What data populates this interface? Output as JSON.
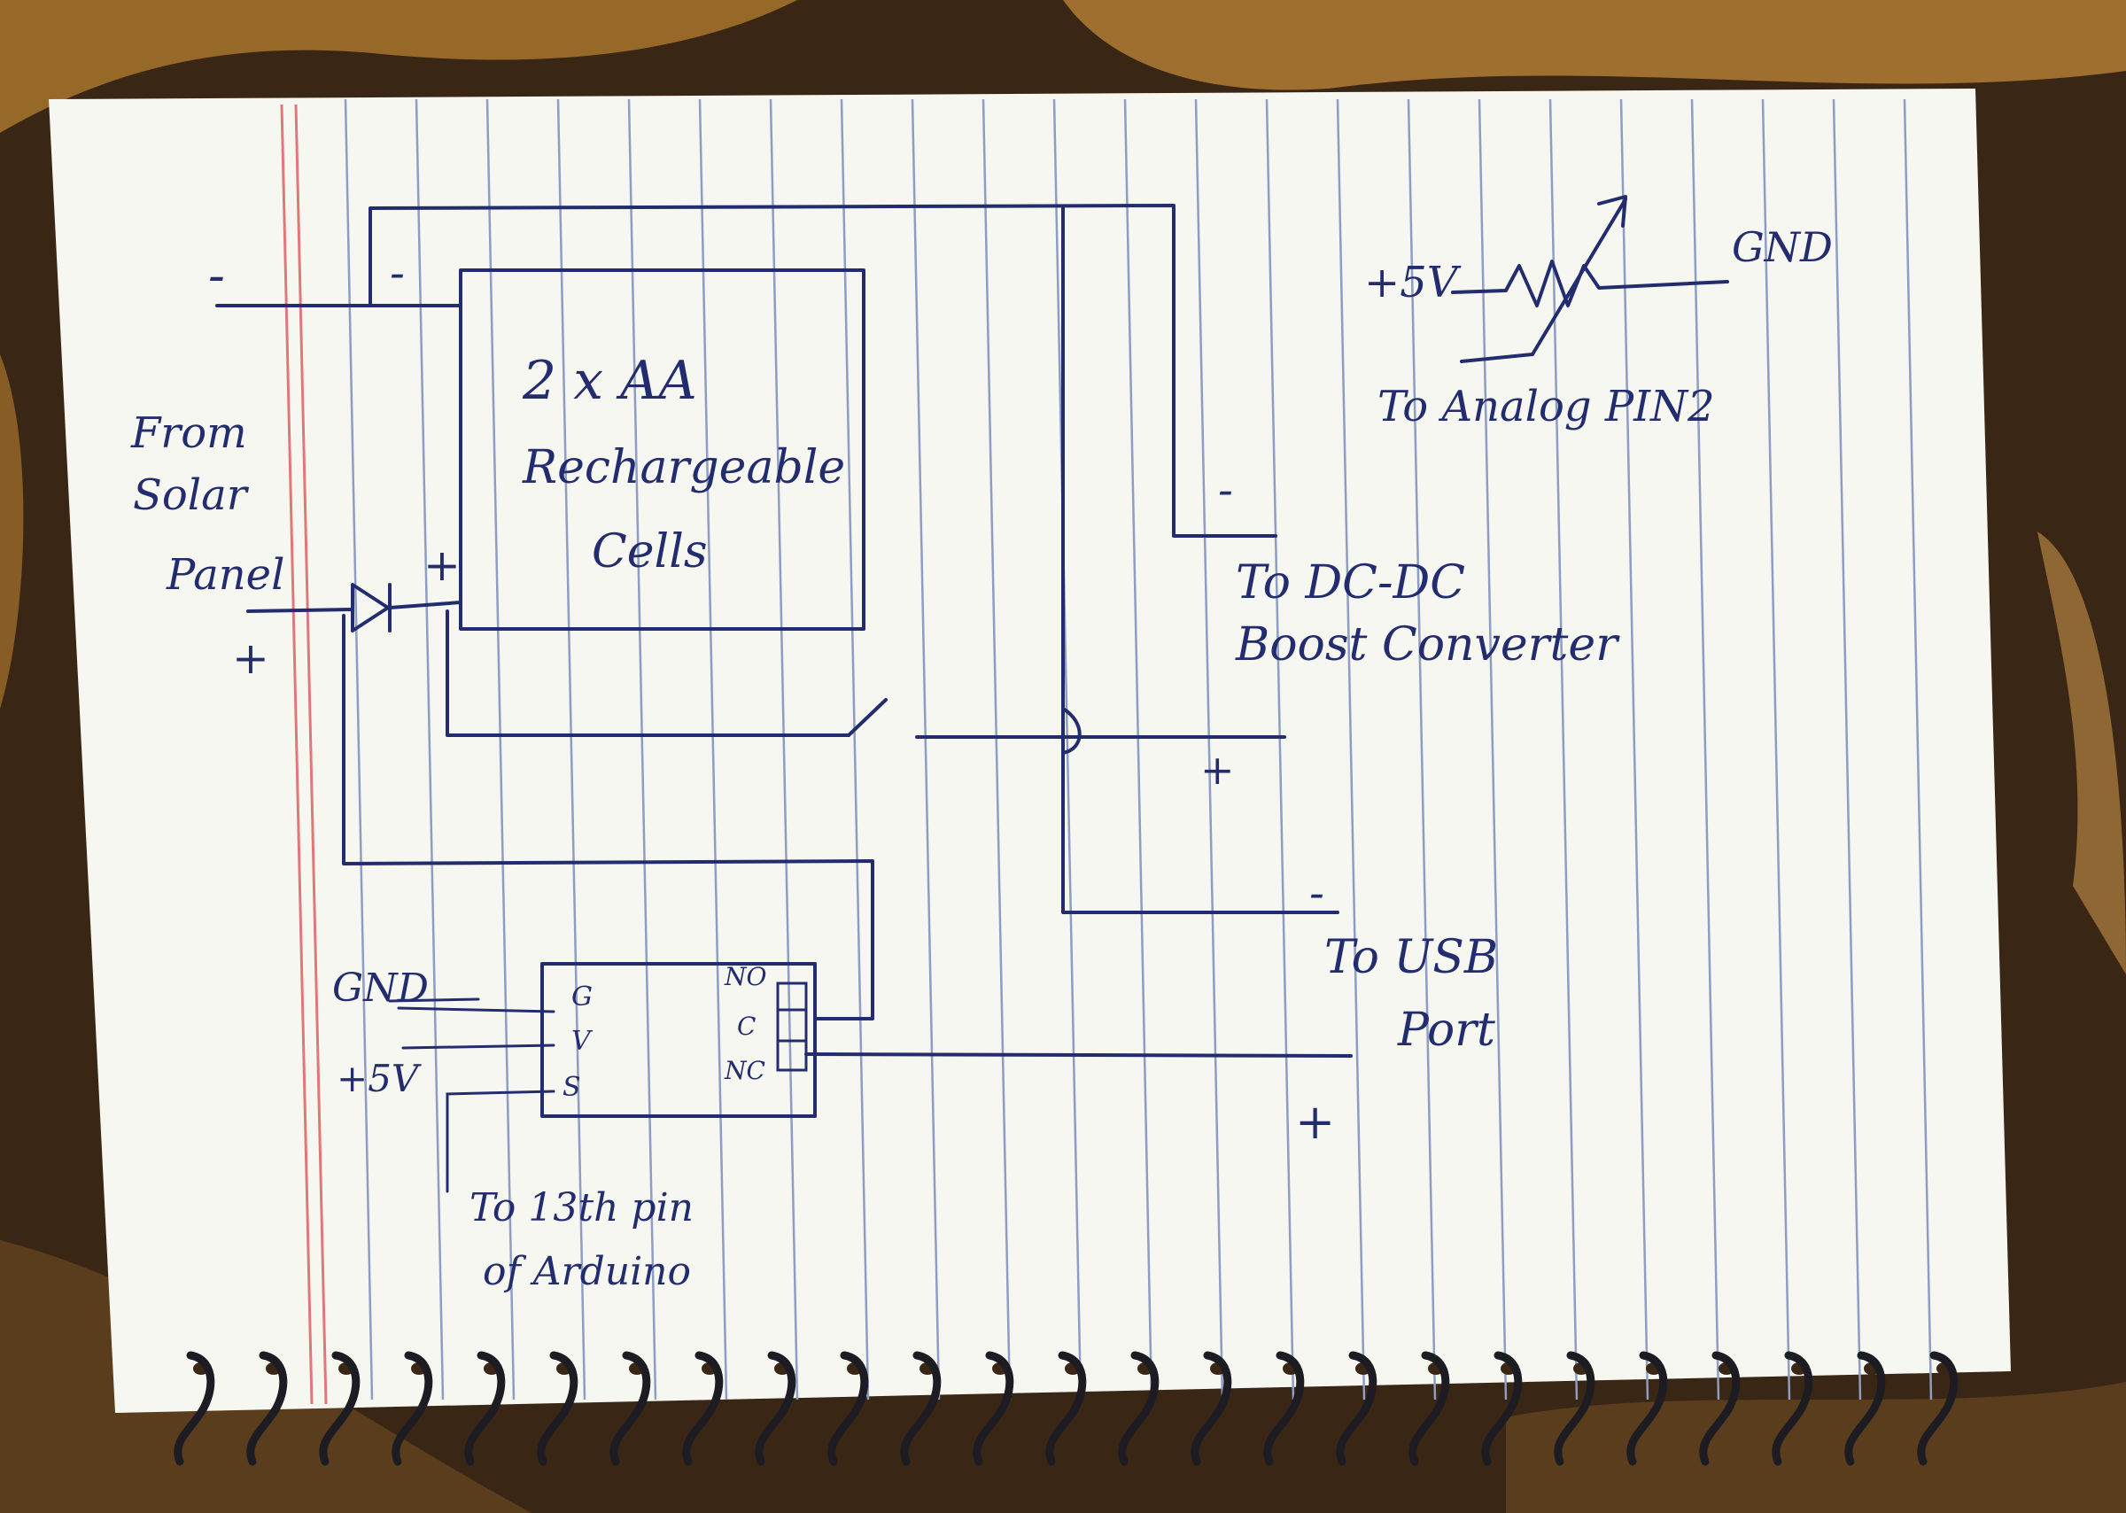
{
  "labels": {
    "battery_line1": "2 x AA",
    "battery_line2": "Rechargeable",
    "battery_line3": "Cells",
    "solar_line1": "From",
    "solar_line2": "Solar",
    "solar_line3": "Panel",
    "solar_plus": "+",
    "solar_minus": "-",
    "battery_minus": "-",
    "battery_plus": "+",
    "boost_line1": "To DC-DC",
    "boost_line2": "Boost Converter",
    "boost_minus": "-",
    "boost_plus": "+",
    "usb_line1": "To USB",
    "usb_line2": "Port",
    "usb_minus": "-",
    "usb_plus": "+",
    "pot_plus5v": "+5V",
    "pot_gnd": "GND",
    "pot_analog": "To Analog PIN2",
    "relay_gnd_wire": "GND",
    "relay_5v_wire": "+5V",
    "relay_pin_g": "G",
    "relay_pin_v": "V",
    "relay_pin_s": "S",
    "relay_no": "NO",
    "relay_c": "C",
    "relay_nc": "NC",
    "arduino_line1": "To 13th pin",
    "arduino_line2": "of Arduino"
  },
  "colors": {
    "ink": "#232c6e",
    "paper": "#f7f7f2",
    "rule_line": "#8e9dc4",
    "margin_line": "#e0787a",
    "background": "#3a2614",
    "background_pattern": "#b07a2a",
    "spiral": "#1c1c22"
  },
  "icons": {
    "diode": "diode-symbol",
    "potentiometer": "variable-resistor-symbol",
    "relay": "relay-module-symbol",
    "switch": "switch-symbol"
  }
}
